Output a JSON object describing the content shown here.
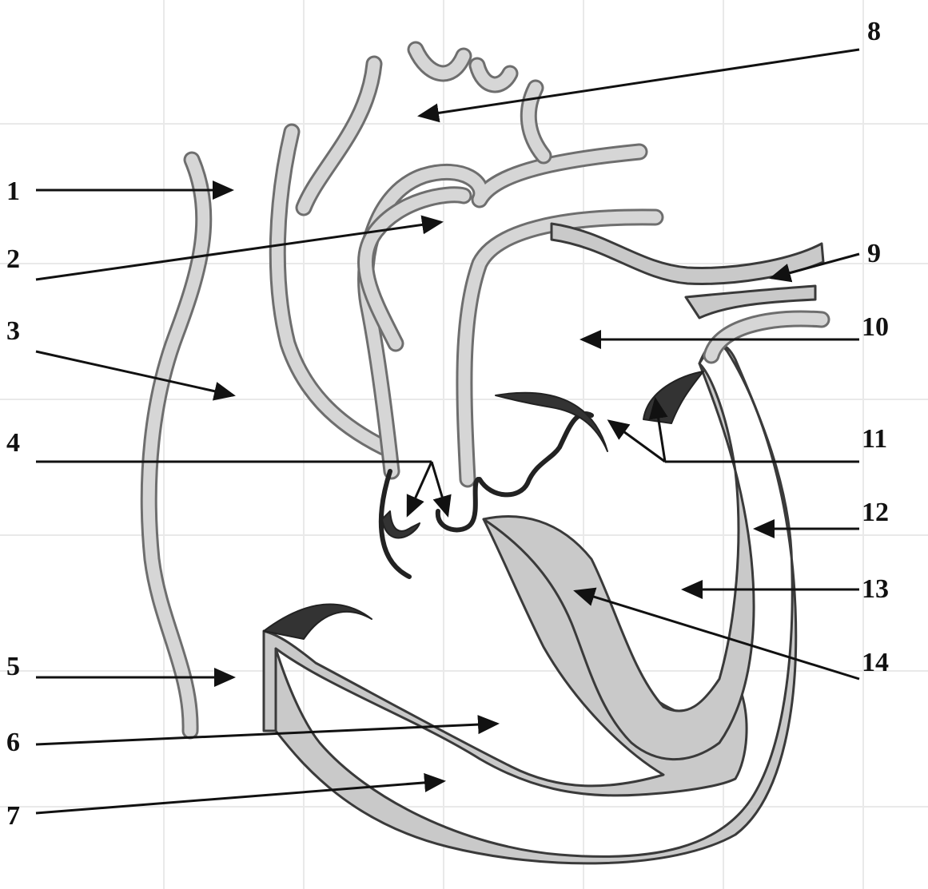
{
  "labels": [
    "1",
    "2",
    "3",
    "4",
    "5",
    "6",
    "7",
    "8",
    "9",
    "10",
    "11",
    "12",
    "13",
    "14"
  ],
  "colors": {
    "background": "#ffffff",
    "grid": "#e9e9e9",
    "muscle_fill": "#c9c9c9",
    "outline": "#3a3a3a",
    "valve": "#333333",
    "leader": "#111111"
  }
}
